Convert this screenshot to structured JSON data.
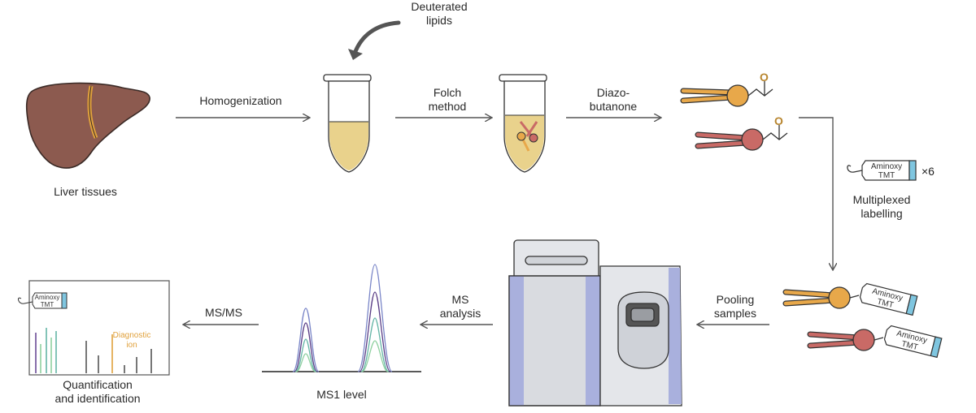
{
  "labels": {
    "deuterated_line1": "Deuterated",
    "deuterated_line2": "lipids",
    "homogenization": "Homogenization",
    "folch_line1": "Folch",
    "folch_line2": "method",
    "diazo_line1": "Diazo-",
    "diazo_line2": "butanone",
    "liver_tissues": "Liver tissues",
    "multiplexed_line1": "Multiplexed",
    "multiplexed_line2": "labelling",
    "pooling_line1": "Pooling",
    "pooling_line2": "samples",
    "ms_analysis_line1": "MS",
    "ms_analysis_line2": "analysis",
    "msms": "MS/MS",
    "ms1_level": "MS1 level",
    "quant_line1": "Quantification",
    "quant_line2": "and identification",
    "diagnostic_line1": "Diagnostic",
    "diagnostic_line2": "ion"
  },
  "tag": {
    "line1": "Aminoxy",
    "line2": "TMT",
    "multiplier": "×6"
  },
  "ketone_letter": "O",
  "colors": {
    "liver": "#8c5a4f",
    "liver_outline": "#3a2a26",
    "gallbladder_band": "#e0a13c",
    "yellow_lipid": "#e8a84a",
    "red_lipid": "#c96a66",
    "tube_liquid": "#e9d28c",
    "arrow": "#555555",
    "instrument_body": "#d9dbe0",
    "instrument_blue": "#a9b0dd",
    "tag_blue": "#7fc6e0",
    "diagnostic": "#e0a13c"
  }
}
